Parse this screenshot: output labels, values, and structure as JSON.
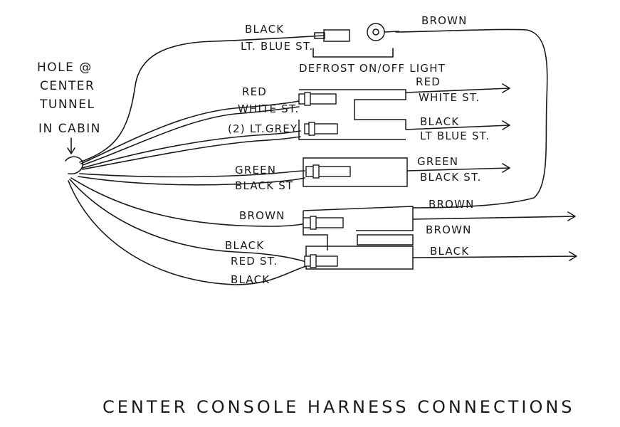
{
  "hole_label": [
    "HOLE @",
    "CENTER",
    "TUNNEL",
    "IN CABIN"
  ],
  "defrost_light": {
    "left_wire_1": "BLACK",
    "left_wire_2": "LT. BLUE ST.",
    "right_wire": "BROWN",
    "caption": "DEFROST ON/OFF LIGHT"
  },
  "connectors": [
    {
      "left_1": "RED",
      "left_2": "WHITE ST.",
      "right_1": "RED",
      "right_2": "WHITE ST."
    },
    {
      "left_1": "(2) LT.GREY",
      "right_1": "BLACK",
      "right_2": "LT BLUE ST."
    },
    {
      "left_1": "GREEN",
      "left_2": "BLACK ST",
      "right_1": "GREEN",
      "right_2": "BLACK ST."
    },
    {
      "left_1": "BROWN",
      "right_1": "BROWN",
      "right_2": "BROWN"
    },
    {
      "left_1": "BLACK",
      "left_2": "RED ST.",
      "left_3": "BLACK",
      "right_1": "BLACK"
    }
  ],
  "title": "CENTER CONSOLE HARNESS CONNECTIONS",
  "colors": {
    "ink": "#1a1a1a",
    "paper": "#ffffff"
  }
}
